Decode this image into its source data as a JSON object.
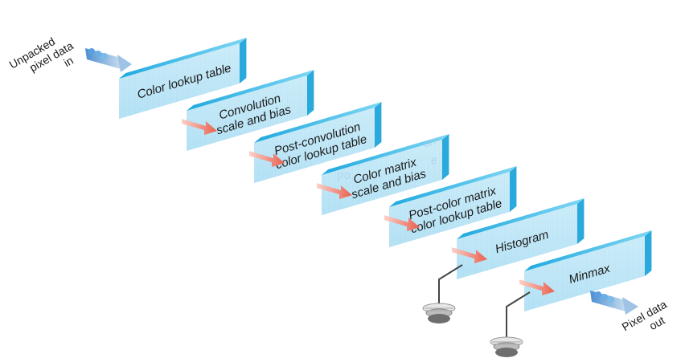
{
  "diagram": {
    "input_label": [
      "Unpacked",
      "pixel data",
      "in"
    ],
    "output_label": [
      "Pixel data",
      "out"
    ],
    "stages": [
      {
        "id": "color-lookup-table",
        "lines": [
          "Color lookup table"
        ]
      },
      {
        "id": "convolution-scale-and-bias",
        "lines": [
          "Convolution",
          "scale and bias"
        ]
      },
      {
        "id": "post-convolution-color-lookup-table",
        "lines": [
          "Post-convolution",
          "color lookup table"
        ]
      },
      {
        "id": "color-matrix-scale-and-bias",
        "lines": [
          "Color matrix",
          "scale and bias"
        ]
      },
      {
        "id": "post-color-matrix-color-lookup-table",
        "lines": [
          "Post-color matrix",
          "color lookup table"
        ]
      },
      {
        "id": "histogram",
        "lines": [
          "Histogram"
        ]
      },
      {
        "id": "minmax",
        "lines": [
          "Minmax"
        ]
      }
    ],
    "colors": {
      "block_front": "#bfe7f7",
      "block_top": "#4fc3ea",
      "block_side": "#2aa9dc",
      "arrow": "#f08070",
      "io_arrow": "#8fb4d6",
      "ground": "#555555"
    }
  }
}
